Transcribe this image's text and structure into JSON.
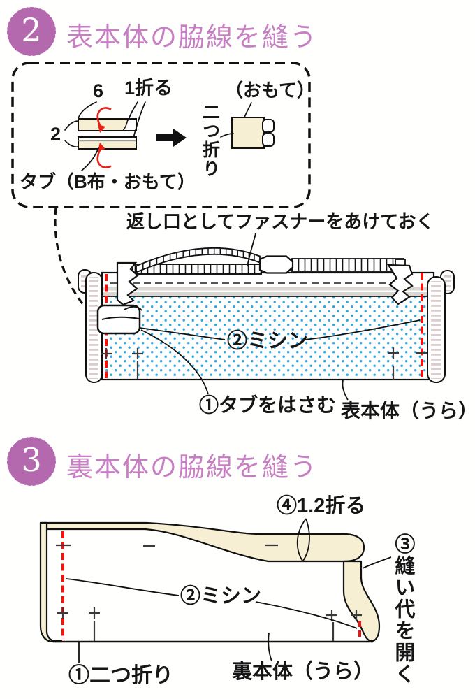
{
  "colors": {
    "badge_purple": "#b469ae",
    "title_pink": "#c77fc3",
    "fabric_cream": "#f6efd3",
    "dot_blue": "#2fa8e0",
    "stitch_red": "#ee1511",
    "fold_arrow_red": "#e82018",
    "roll_hatch_pink": "#dccccb",
    "seam_band_gray": "#dad6d0",
    "ink": "#161616"
  },
  "step2": {
    "number": "2",
    "title": "表本体の脇線を縫う",
    "inset": {
      "dim6": "6",
      "fold1": "1折る",
      "dim2": "2",
      "tab": "タブ（B布・おもて）",
      "futatsu_ori": "二つ折り",
      "omote": "（おもて）"
    },
    "diagram": {
      "zipper_note": "返し口としてファスナーをあけておく",
      "mishin": "②ミシン",
      "tab_insert": "①タブをはさむ",
      "body": "表本体（うら）"
    }
  },
  "step3": {
    "number": "3",
    "title": "裏本体の脇線を縫う",
    "diagram": {
      "fold12": "④1.2折る",
      "seam_open": "③縫い代を開く",
      "mishin": "②ミシン",
      "futatsu_ori": "①二つ折り",
      "body": "裏本体（うら）"
    }
  }
}
